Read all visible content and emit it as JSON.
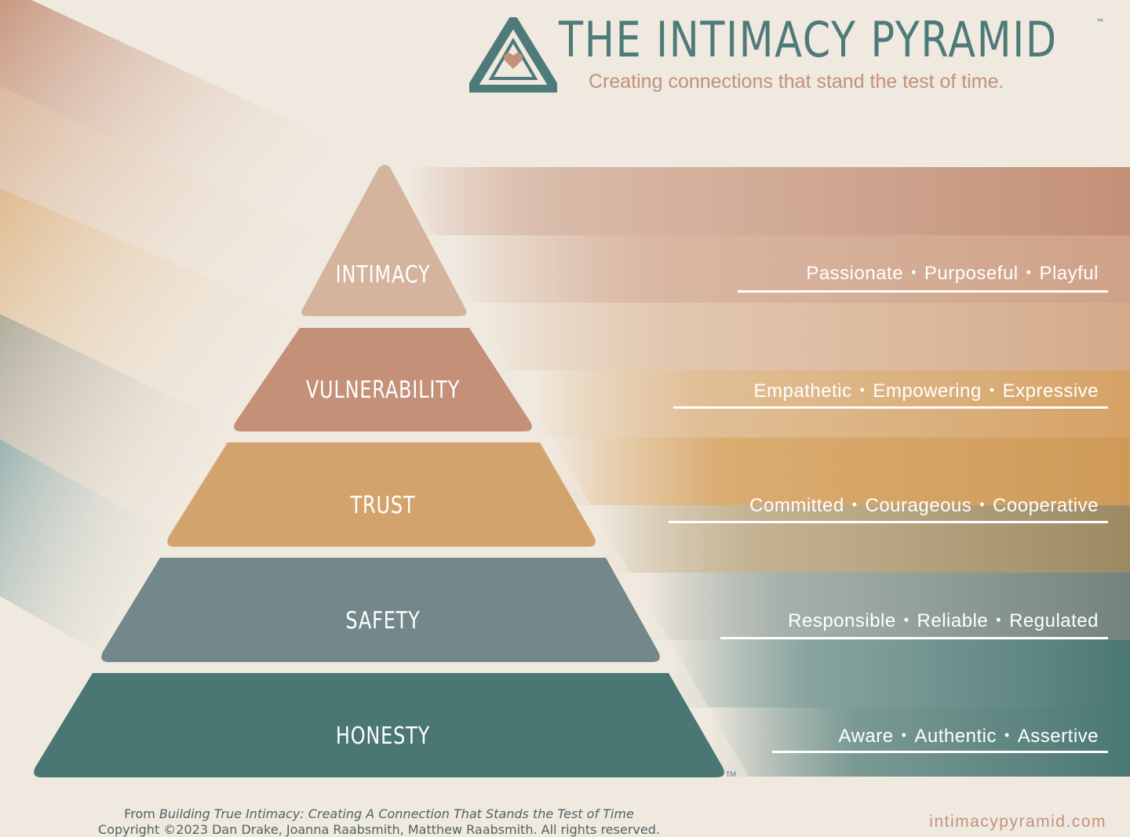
{
  "header": {
    "title": "THE INTIMACY PYRAMID",
    "trademark": "™",
    "subtitle": "Creating connections that stand the test of time."
  },
  "levels": [
    {
      "name": "INTIMACY",
      "traits": [
        "Passionate",
        "Purposeful",
        "Playful"
      ],
      "color": "#d4b49c"
    },
    {
      "name": "VULNERABILITY",
      "traits": [
        "Empathetic",
        "Empowering",
        "Expressive"
      ],
      "color": "#c49077"
    },
    {
      "name": "TRUST",
      "traits": [
        "Committed",
        "Courageous",
        "Cooperative"
      ],
      "color": "#d3a36d"
    },
    {
      "name": "SAFETY",
      "traits": [
        "Responsible",
        "Reliable",
        "Regulated"
      ],
      "color": "#74878a"
    },
    {
      "name": "HONESTY",
      "traits": [
        "Aware",
        "Authentic",
        "Assertive"
      ],
      "color": "#4a7773"
    }
  ],
  "pyramid_trademark": "TM",
  "footer": {
    "source_prefix": "From ",
    "source_book": "Building True Intimacy: Creating A Connection That Stands the Test of Time",
    "copyright": "Copyright ©2023 Dan Drake, Joanna Raabsmith, Matthew Raabsmith. All rights reserved.",
    "url": "intimacypyramid.com"
  },
  "colors": {
    "background": "#f0e9df",
    "teal": "#4f7a7a",
    "accent": "#c2917a"
  }
}
